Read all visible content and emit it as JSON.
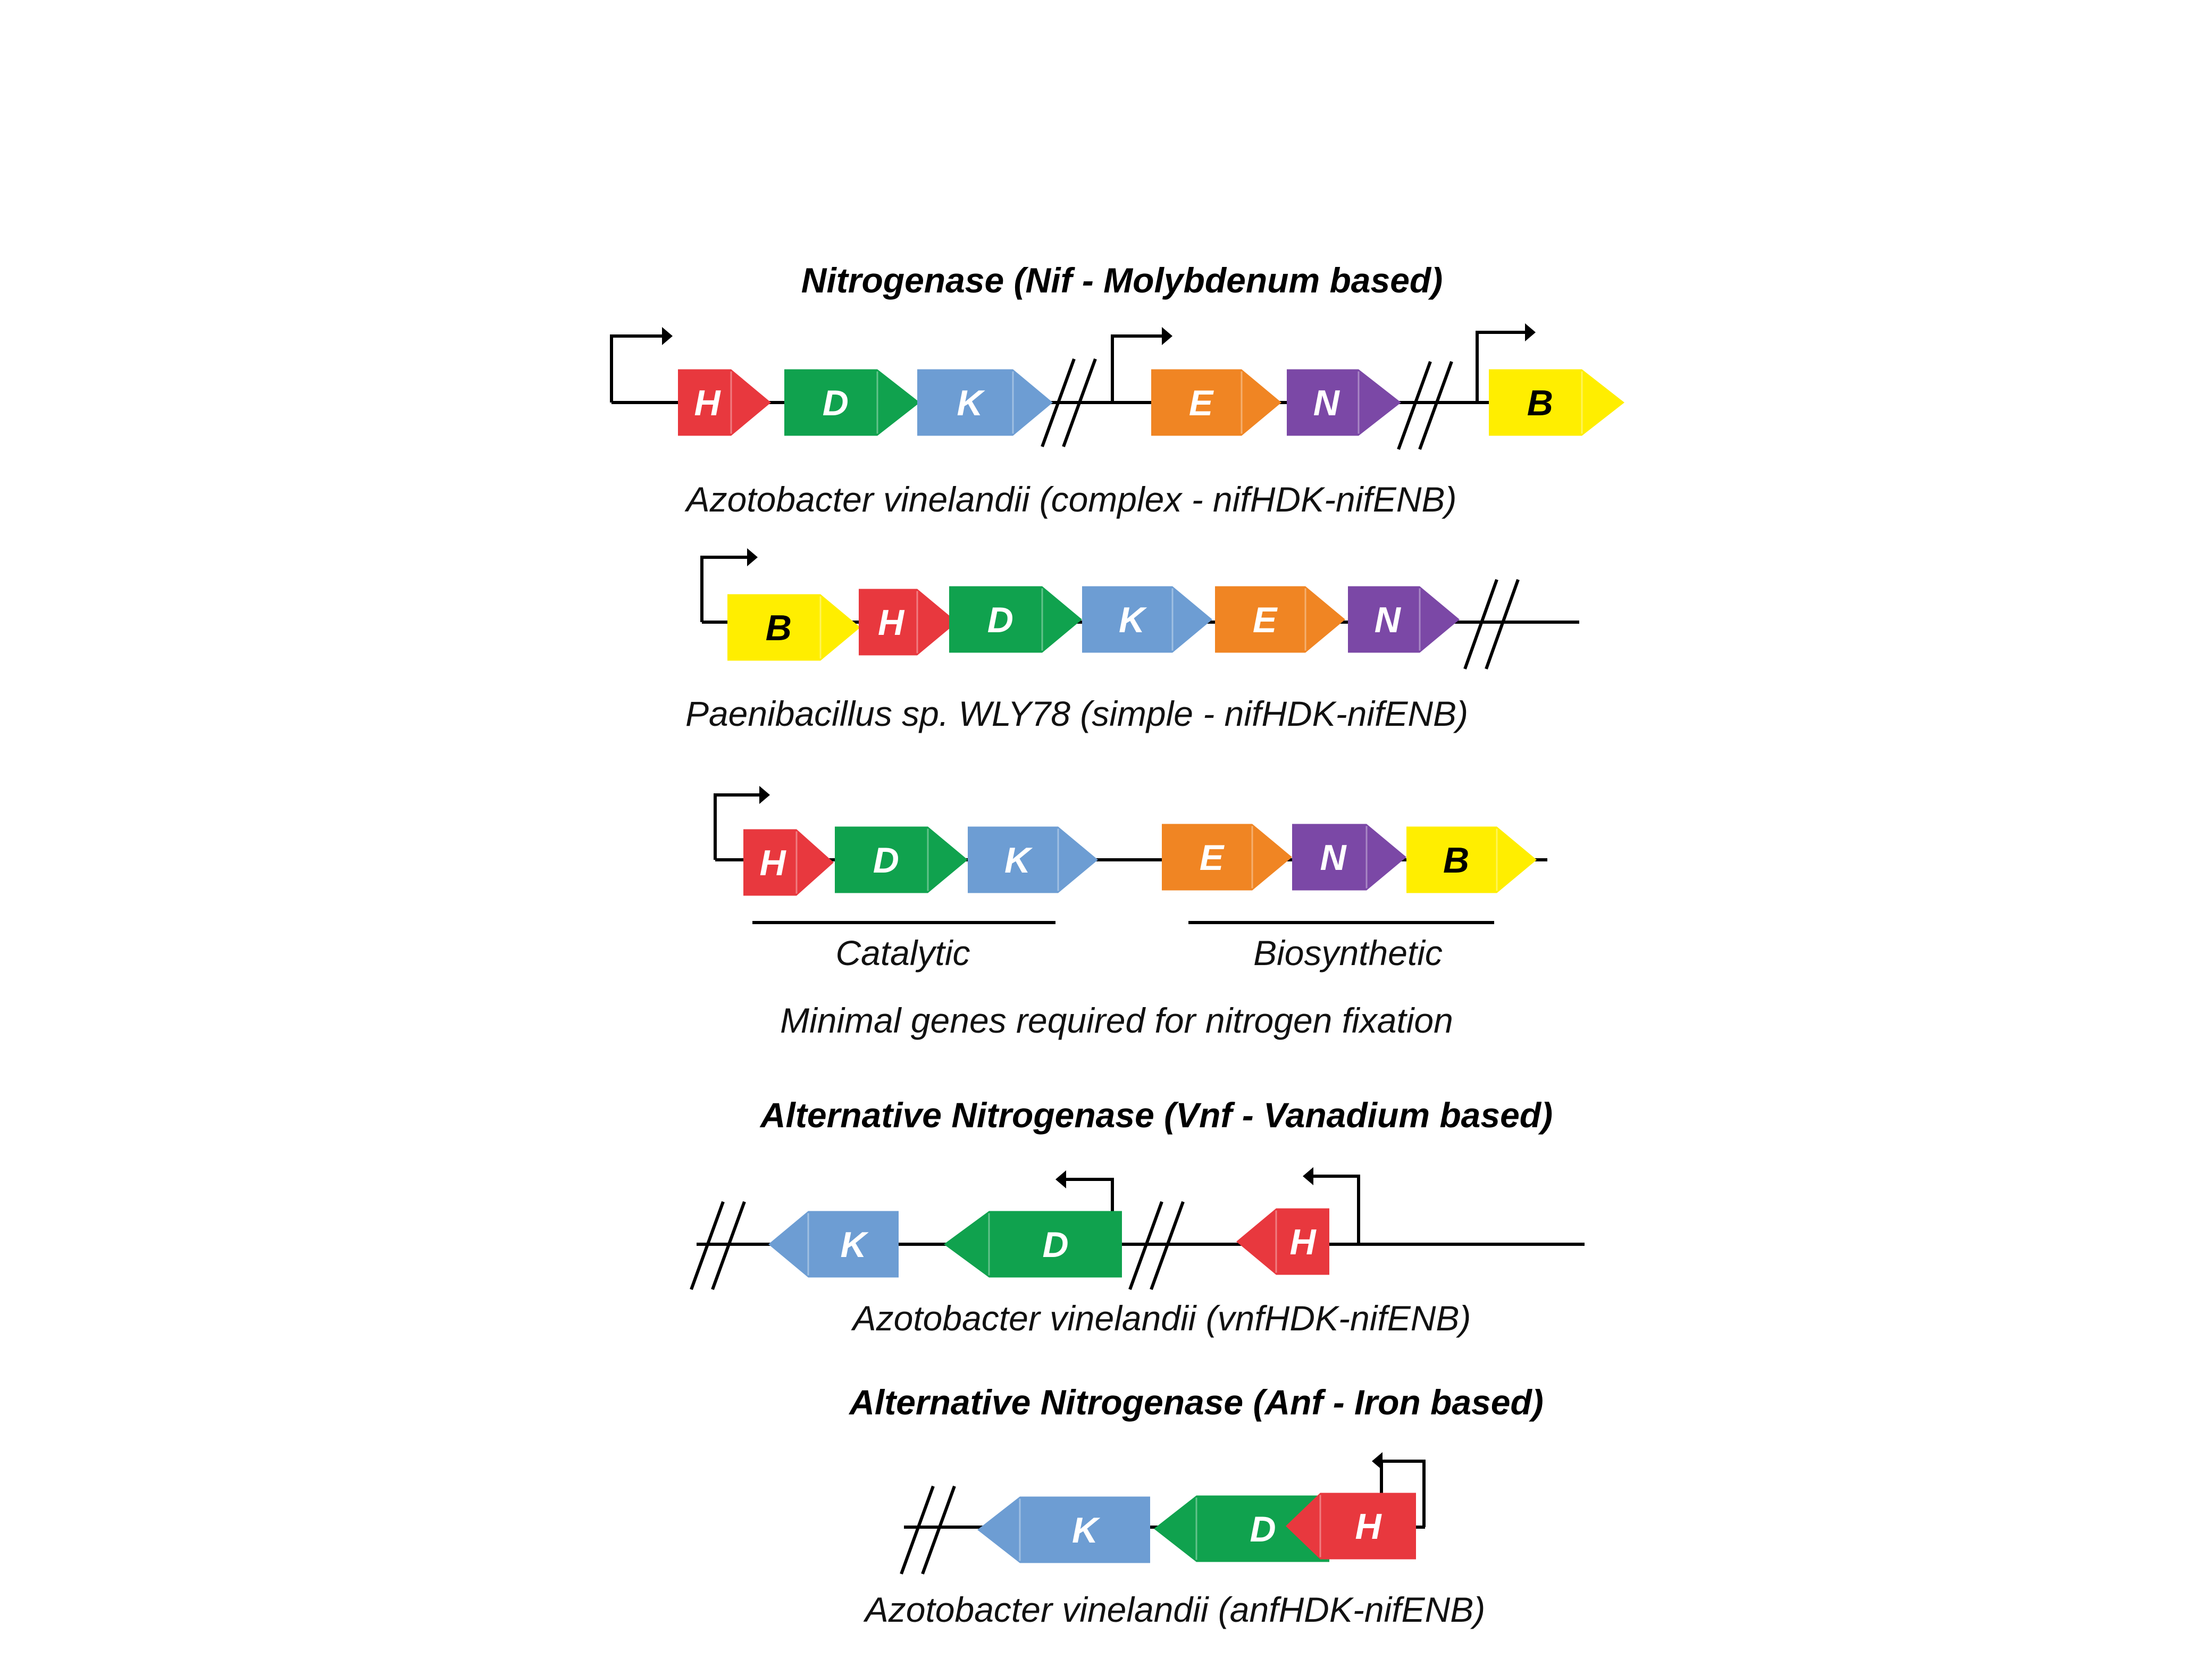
{
  "colors": {
    "H": "#e8383e",
    "D": "#10a24e",
    "K": "#6d9dd3",
    "E": "#f08523",
    "N": "#7b48a6",
    "B": "#ffee00",
    "line": "#000000"
  },
  "text_colors": {
    "H": "#ffffff",
    "D": "#ffffff",
    "K": "#ffffff",
    "E": "#ffffff",
    "N": "#ffffff",
    "B": "#000000"
  },
  "titles": {
    "nif": "Nitrogenase (Nif - Molybdenum based)",
    "vnf": "Alternative Nitrogenase (Vnf - Vanadium based)",
    "anf": "Alternative Nitrogenase (Anf - Iron based)"
  },
  "captions": {
    "azotobacter_complex": "Azotobacter vinelandii (complex - nifHDK-nifENB)",
    "paenibacillus": "Paenibacillus sp. WLY78 (simple - nifHDK-nifENB)",
    "catalytic": "Catalytic",
    "biosynthetic": "Biosynthetic",
    "minimal": "Minimal genes required for nitrogen fixation",
    "azotobacter_vnf": "Azotobacter vinelandii (vnfHDK-nifENB)",
    "azotobacter_anf": "Azotobacter vinelandii (anfHDK-nifENB)"
  },
  "operons": [
    {
      "id": "azotobacter-nif",
      "direction": "forward",
      "genes": [
        "H",
        "D",
        "K",
        "E",
        "N",
        "B"
      ]
    },
    {
      "id": "paenibacillus-nif",
      "direction": "forward",
      "genes": [
        "B",
        "H",
        "D",
        "K",
        "E",
        "N"
      ]
    },
    {
      "id": "minimal-nif",
      "direction": "forward",
      "genes": [
        "H",
        "D",
        "K",
        "E",
        "N",
        "B"
      ]
    },
    {
      "id": "azotobacter-vnf",
      "direction": "reverse",
      "genes": [
        "K",
        "D",
        "H"
      ]
    },
    {
      "id": "azotobacter-anf",
      "direction": "reverse",
      "genes": [
        "K",
        "D",
        "H"
      ]
    }
  ]
}
